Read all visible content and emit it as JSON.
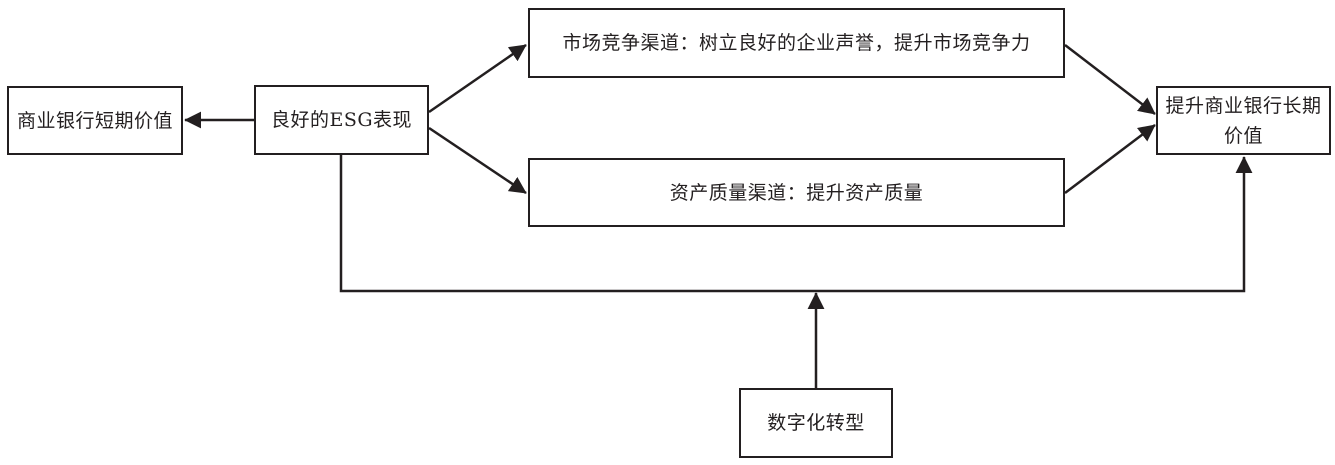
{
  "diagram": {
    "nodes": {
      "short_term_value": "商业银行短期价值",
      "esg_performance": "良好的ESG表现",
      "market_channel": "市场竞争渠道：树立良好的企业声誉，提升市场竞争力",
      "asset_channel": "资产质量渠道：提升资产质量",
      "long_term_value": "提升商业银行长期价值",
      "digital_transformation": "数字化转型"
    },
    "colors": {
      "line": "#231f20",
      "background": "#ffffff"
    }
  }
}
